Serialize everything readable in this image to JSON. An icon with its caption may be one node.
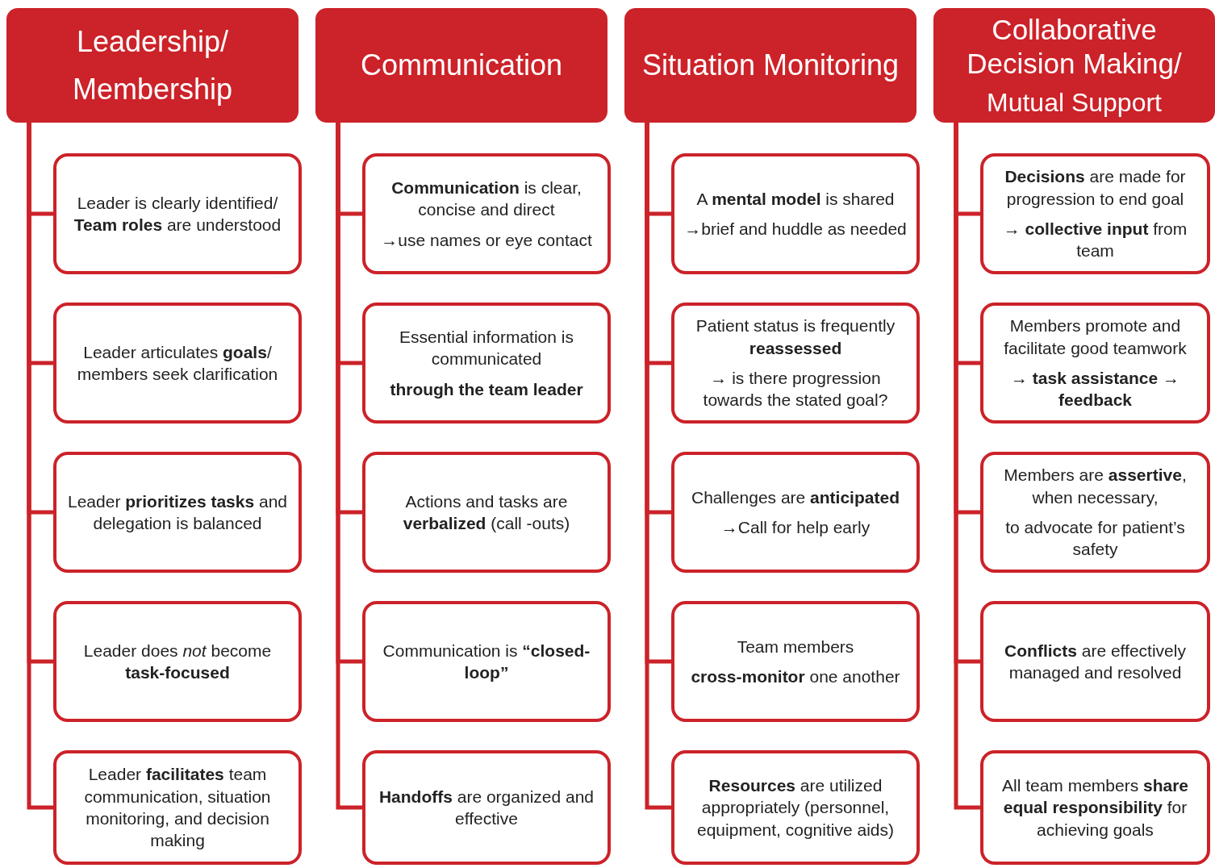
{
  "diagram": {
    "nodes": [
      {
        "text": [
          "Leadership/ Membership"
        ]
      },
      {
        "text": [
          "Leader is clearly identified/ **Team roles** are understood"
        ]
      },
      {
        "text": [
          "Leader articulates **goals**/ members seek clarification"
        ]
      },
      {
        "text": [
          "Leader **prioritizes tasks** and delegation is balanced"
        ]
      },
      {
        "text": [
          "Leader does *not* become **task-focused**"
        ]
      },
      {
        "text": [
          "Leader **facilitates** team communication, situation monitoring, and decision making"
        ]
      },
      {
        "text": [
          "Communication"
        ]
      },
      {
        "text": [
          "**Communication** is clear, concise and direct",
          "→use names or eye contact"
        ]
      },
      {
        "text": [
          "Essential information is communicated",
          "**through the team leader**"
        ]
      },
      {
        "text": [
          "Actions and tasks are **verbalized** (call -outs)"
        ]
      },
      {
        "text": [
          "Communication is **“closed-loop”**"
        ]
      },
      {
        "text": [
          "**Handoffs** are organized and effective"
        ]
      },
      {
        "text": [
          "Situation Monitoring"
        ]
      },
      {
        "text": [
          "A **mental model** is shared",
          "→brief and huddle as needed"
        ]
      },
      {
        "text": [
          "Patient status is frequently **reassessed**",
          "→ is there progression towards the stated goal?"
        ]
      },
      {
        "text": [
          "Challenges are **anticipated**",
          "→Call for help early"
        ]
      },
      {
        "text": [
          "Team members",
          "**cross-monitor** one another"
        ]
      },
      {
        "text": [
          "**Resources** are utilized appropriately (personnel, equipment, cognitive aids)"
        ]
      },
      {
        "text": [
          "Collaborative Decision Making/",
          "Mutual Support"
        ]
      },
      {
        "text": [
          "**Decisions** are made for progression to end goal",
          "→ **collective input** from team"
        ]
      },
      {
        "text": [
          "Members promote and facilitate good teamwork",
          "→ **task assistance** → **feedback**"
        ]
      },
      {
        "text": [
          "Members are **assertive**, when necessary,",
          "to advocate for patient’s safety"
        ]
      },
      {
        "text": [
          "**Conflicts** are effectively managed and resolved"
        ]
      },
      {
        "text": [
          "All team members **share equal responsibility** for achieving goals"
        ]
      }
    ],
    "edges": [
      {
        "from": 0,
        "to": 1,
        "arrow": "none"
      },
      {
        "from": 0,
        "to": 2,
        "arrow": "none"
      },
      {
        "from": 0,
        "to": 3,
        "arrow": "none"
      },
      {
        "from": 0,
        "to": 4,
        "arrow": "none"
      },
      {
        "from": 0,
        "to": 5,
        "arrow": "none"
      },
      {
        "from": 6,
        "to": 7,
        "arrow": "none"
      },
      {
        "from": 6,
        "to": 8,
        "arrow": "none"
      },
      {
        "from": 6,
        "to": 9,
        "arrow": "none"
      },
      {
        "from": 6,
        "to": 10,
        "arrow": "none"
      },
      {
        "from": 6,
        "to": 11,
        "arrow": "none"
      },
      {
        "from": 12,
        "to": 13,
        "arrow": "none"
      },
      {
        "from": 12,
        "to": 14,
        "arrow": "none"
      },
      {
        "from": 12,
        "to": 15,
        "arrow": "none"
      },
      {
        "from": 12,
        "to": 16,
        "arrow": "none"
      },
      {
        "from": 12,
        "to": 17,
        "arrow": "none"
      },
      {
        "from": 18,
        "to": 19,
        "arrow": "none"
      },
      {
        "from": 18,
        "to": 20,
        "arrow": "none"
      },
      {
        "from": 18,
        "to": 21,
        "arrow": "none"
      },
      {
        "from": 18,
        "to": 22,
        "arrow": "none"
      },
      {
        "from": 18,
        "to": 23,
        "arrow": "none"
      }
    ]
  }
}
